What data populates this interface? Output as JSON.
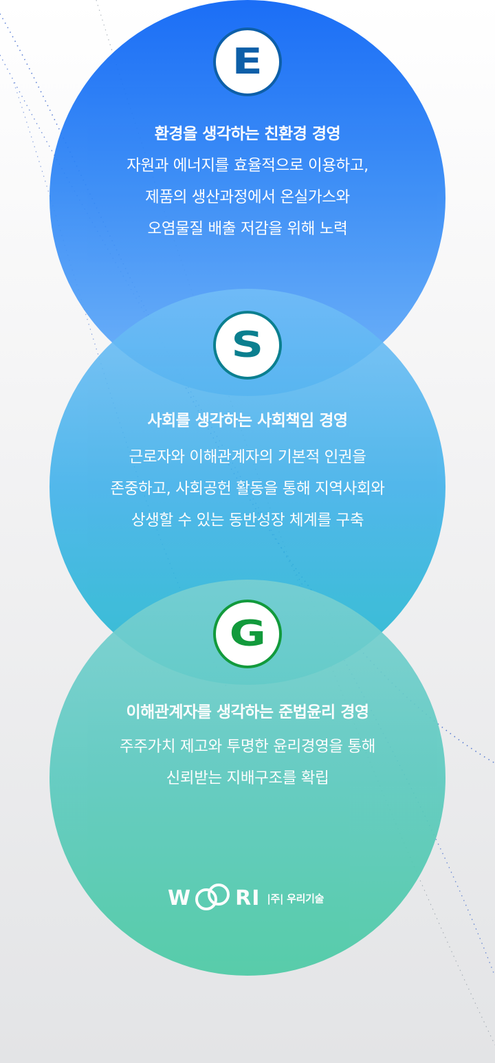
{
  "sections": [
    {
      "letter": "E",
      "title": "환경을 생각하는 친환경 경영",
      "lines": [
        "자원과 에너지를 효율적으로 이용하고,",
        "제품의 생산과정에서 온실가스와",
        "오염물질 배출 저감을 위해 노력"
      ]
    },
    {
      "letter": "S",
      "title": "사회를 생각하는 사회책임 경영",
      "lines": [
        "근로자와 이해관계자의 기본적 인권을",
        "존중하고, 사회공헌 활동을 통해 지역사회와",
        "상생할 수 있는 동반성장 체계를 구축"
      ]
    },
    {
      "letter": "G",
      "title": "이해관계자를 생각하는 준법윤리 경영",
      "lines": [
        "주주가치 제고와 투명한 윤리경영을 통해",
        "신뢰받는 지배구조를 확립"
      ]
    }
  ],
  "logo": {
    "w": "W",
    "ri": "RI",
    "company": "|주| 우리기술"
  },
  "colors": {
    "e_badge": "#0d5fa8",
    "s_badge": "#0b7f8f",
    "g_badge": "#129a3c"
  }
}
